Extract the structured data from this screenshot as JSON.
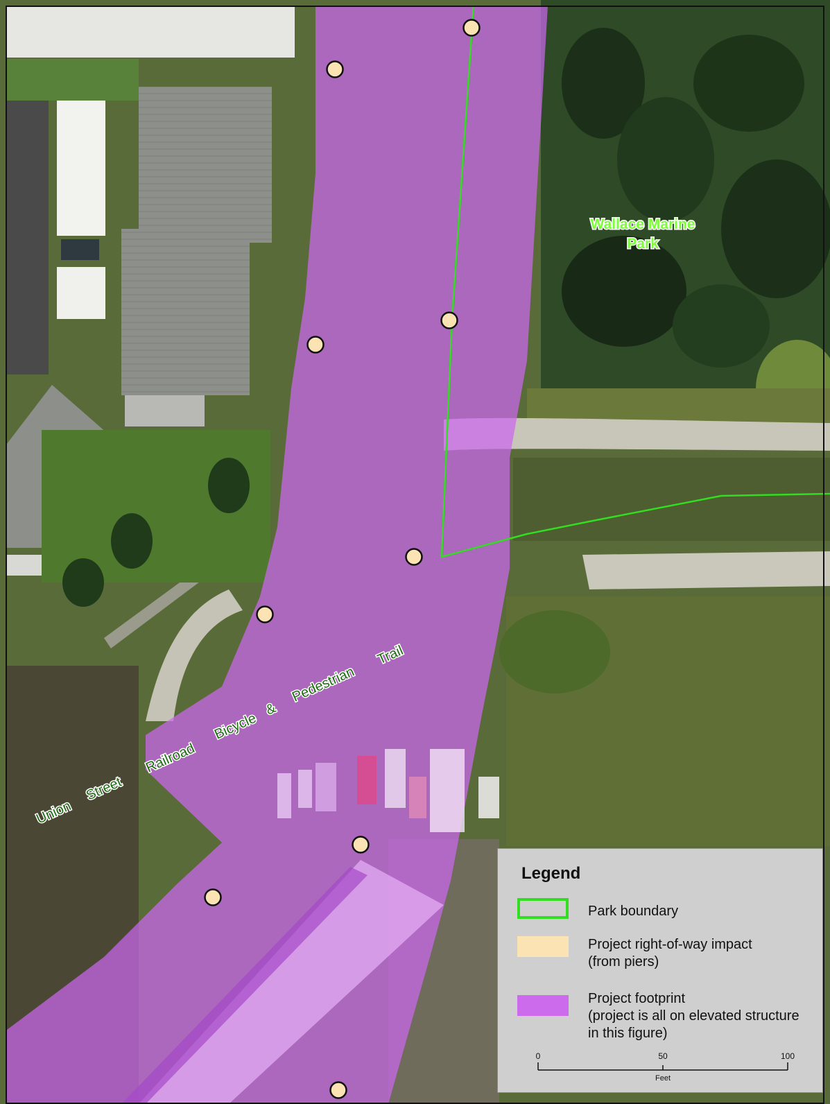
{
  "map": {
    "park_label_line1": "Wallace Marine",
    "park_label_line2": "Park",
    "trail_label_words": [
      "Union",
      "Street",
      "Railroad",
      "Bicycle",
      "&",
      "Pedestrian",
      "Trail"
    ]
  },
  "legend": {
    "title": "Legend",
    "items": [
      {
        "label": "Park boundary",
        "symbol": "outline",
        "color": "#33dd22"
      },
      {
        "label_line1": "Project right-of-way impact",
        "label_line2": "(from piers)",
        "symbol": "fill",
        "color": "#fbe3b4"
      },
      {
        "label_line1": "Project footprint",
        "label_line2": "(project is all on elevated structure",
        "label_line3": "in this figure)",
        "symbol": "fill",
        "color": "#cc6bec"
      }
    ],
    "scale": {
      "ticks": [
        "0",
        "50",
        "100"
      ],
      "unit": "Feet"
    }
  },
  "colors": {
    "footprint": "#cc66ee",
    "row_impact": "#fbe3b4",
    "park_boundary": "#33dd22",
    "trail_text": "#1f6b14"
  }
}
